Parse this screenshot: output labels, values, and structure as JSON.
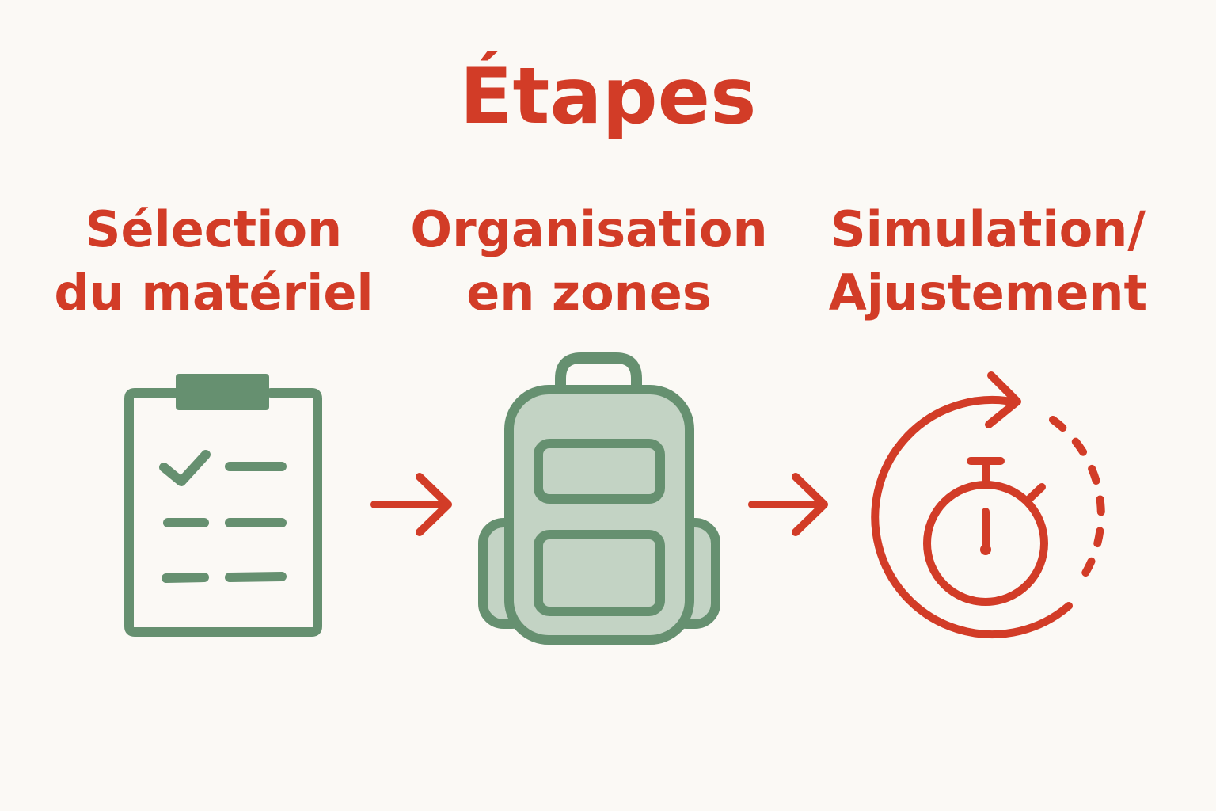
{
  "title": "Étapes",
  "colors": {
    "accent": "#d23c27",
    "green": "#669070",
    "green_fill": "#c3d3c4",
    "background": "#fbf9f5"
  },
  "steps": [
    {
      "line1": "Sélection",
      "line2": "du matériel",
      "icon": "clipboard-checklist-icon"
    },
    {
      "line1": "Organisation",
      "line2": "en zones",
      "icon": "backpack-icon"
    },
    {
      "line1": "Simulation/",
      "line2": "Ajustement",
      "icon": "stopwatch-cycle-icon"
    }
  ]
}
